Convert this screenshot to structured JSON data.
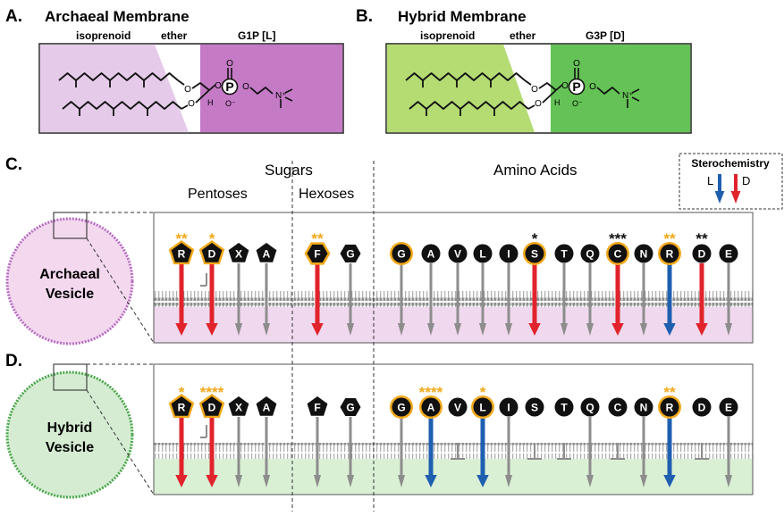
{
  "panel_a": {
    "letter": "A.",
    "title": "Archaeal Membrane",
    "labels": [
      "isoprenoid",
      "ether",
      "G1P [L]"
    ]
  },
  "panel_b": {
    "letter": "B.",
    "title": "Hybrid Membrane",
    "labels": [
      "isoprenoid",
      "ether",
      "G3P [D]"
    ]
  },
  "molecule_text": {
    "phosphorus": "P",
    "oxygen": "O",
    "o_minus": "O⁻",
    "hydrogen": "H",
    "nitrogen": "N⁺"
  },
  "panel_c": {
    "letter": "C.",
    "header_sugars": "Sugars",
    "header_amino": "Amino Acids",
    "header_pentoses": "Pentoses",
    "header_hexoses": "Hexoses",
    "legend_title": "Sterochemistry",
    "legend_l": "L",
    "legend_d": "D"
  },
  "vesicles": {
    "archaeal": {
      "line1": "Archaeal",
      "line2": "Vesicle",
      "fill": "#f3d8ee",
      "stroke": "#b66bc0"
    },
    "hybrid": {
      "line1": "Hybrid",
      "line2": "Vesicle",
      "fill": "#d5ecd3",
      "stroke": "#4aa64a"
    }
  },
  "panel_d": {
    "letter": "D."
  },
  "colors": {
    "archaeal_lipid": "#e5cbe9",
    "archaeal_head": "#c57ac6",
    "hybrid_lipid": "#b4dc73",
    "hybrid_head": "#65c256",
    "archaeal_band": "#f0d9ee",
    "hybrid_band": "#daf0d5",
    "l_arrow": "#1f5fb0",
    "d_arrow": "#e1232c",
    "grey_arrow": "#8d8d8d",
    "highlight_ring": "#f2a91c",
    "star_orange": "#f2a91c",
    "star_black": "#111111"
  },
  "rows": [
    {
      "name": "archaeal",
      "molecules": [
        {
          "label": "R",
          "shape": "pentagon",
          "ring": true,
          "stars": "**",
          "star_color": "orange",
          "arrow": "red"
        },
        {
          "label": "D",
          "shape": "pentagon",
          "ring": true,
          "stars": "*",
          "star_color": "orange",
          "arrow": "red",
          "stub": true
        },
        {
          "label": "X",
          "shape": "pentagon",
          "ring": false,
          "stars": "",
          "star_color": "",
          "arrow": "grey"
        },
        {
          "label": "A",
          "shape": "pentagon",
          "ring": false,
          "stars": "",
          "star_color": "",
          "arrow": "grey"
        },
        {
          "label": "F",
          "shape": "hexagon",
          "ring": true,
          "stars": "**",
          "star_color": "orange",
          "arrow": "red"
        },
        {
          "label": "G",
          "shape": "hexagon",
          "ring": false,
          "stars": "",
          "star_color": "",
          "arrow": "grey"
        },
        {
          "label": "G",
          "shape": "circle",
          "ring": true,
          "stars": "",
          "star_color": "",
          "arrow": "grey"
        },
        {
          "label": "A",
          "shape": "circle",
          "ring": false,
          "stars": "",
          "star_color": "",
          "arrow": "grey"
        },
        {
          "label": "V",
          "shape": "circle",
          "ring": false,
          "stars": "",
          "star_color": "",
          "arrow": "grey"
        },
        {
          "label": "L",
          "shape": "circle",
          "ring": false,
          "stars": "",
          "star_color": "",
          "arrow": "grey"
        },
        {
          "label": "I",
          "shape": "circle",
          "ring": false,
          "stars": "",
          "star_color": "",
          "arrow": "grey"
        },
        {
          "label": "S",
          "shape": "circle",
          "ring": true,
          "stars": "*",
          "star_color": "black",
          "arrow": "red"
        },
        {
          "label": "T",
          "shape": "circle",
          "ring": false,
          "stars": "",
          "star_color": "",
          "arrow": "grey"
        },
        {
          "label": "Q",
          "shape": "circle",
          "ring": false,
          "stars": "",
          "star_color": "",
          "arrow": "grey"
        },
        {
          "label": "C",
          "shape": "circle",
          "ring": true,
          "stars": "***",
          "star_color": "black",
          "arrow": "red"
        },
        {
          "label": "N",
          "shape": "circle",
          "ring": false,
          "stars": "",
          "star_color": "",
          "arrow": "grey"
        },
        {
          "label": "R",
          "shape": "circle",
          "ring": true,
          "stars": "**",
          "star_color": "orange",
          "arrow": "blue"
        },
        {
          "label": "D",
          "shape": "circle",
          "ring": false,
          "stars": "**",
          "star_color": "black",
          "arrow": "red"
        },
        {
          "label": "E",
          "shape": "circle",
          "ring": false,
          "stars": "",
          "star_color": "",
          "arrow": "grey"
        }
      ]
    },
    {
      "name": "hybrid",
      "molecules": [
        {
          "label": "R",
          "shape": "pentagon",
          "ring": true,
          "stars": "*",
          "star_color": "orange",
          "arrow": "red"
        },
        {
          "label": "D",
          "shape": "pentagon",
          "ring": true,
          "stars": "****",
          "star_color": "orange",
          "arrow": "red",
          "stub": true
        },
        {
          "label": "X",
          "shape": "pentagon",
          "ring": false,
          "stars": "",
          "star_color": "",
          "arrow": "grey"
        },
        {
          "label": "A",
          "shape": "pentagon",
          "ring": false,
          "stars": "",
          "star_color": "",
          "arrow": "grey"
        },
        {
          "label": "F",
          "shape": "pentagon",
          "ring": false,
          "stars": "",
          "star_color": "",
          "arrow": "grey"
        },
        {
          "label": "G",
          "shape": "hexagon",
          "ring": false,
          "stars": "",
          "star_color": "",
          "arrow": "grey"
        },
        {
          "label": "G",
          "shape": "circle",
          "ring": true,
          "stars": "",
          "star_color": "",
          "arrow": "grey"
        },
        {
          "label": "A",
          "shape": "circle",
          "ring": true,
          "stars": "****",
          "star_color": "orange",
          "arrow": "blue"
        },
        {
          "label": "V",
          "shape": "circle",
          "ring": false,
          "stars": "",
          "star_color": "",
          "arrow": "stub"
        },
        {
          "label": "L",
          "shape": "circle",
          "ring": true,
          "stars": "*",
          "star_color": "orange",
          "arrow": "blue"
        },
        {
          "label": "I",
          "shape": "circle",
          "ring": false,
          "stars": "",
          "star_color": "",
          "arrow": "grey"
        },
        {
          "label": "S",
          "shape": "circle",
          "ring": false,
          "stars": "",
          "star_color": "",
          "arrow": "stub"
        },
        {
          "label": "T",
          "shape": "circle",
          "ring": false,
          "stars": "",
          "star_color": "",
          "arrow": "stub"
        },
        {
          "label": "Q",
          "shape": "circle",
          "ring": false,
          "stars": "",
          "star_color": "",
          "arrow": "grey"
        },
        {
          "label": "C",
          "shape": "circle",
          "ring": false,
          "stars": "",
          "star_color": "",
          "arrow": "stub"
        },
        {
          "label": "N",
          "shape": "circle",
          "ring": false,
          "stars": "",
          "star_color": "",
          "arrow": "grey"
        },
        {
          "label": "R",
          "shape": "circle",
          "ring": true,
          "stars": "**",
          "star_color": "orange",
          "arrow": "blue"
        },
        {
          "label": "D",
          "shape": "circle",
          "ring": false,
          "stars": "",
          "star_color": "",
          "arrow": "stub"
        },
        {
          "label": "E",
          "shape": "circle",
          "ring": false,
          "stars": "",
          "star_color": "",
          "arrow": "grey"
        }
      ]
    }
  ]
}
